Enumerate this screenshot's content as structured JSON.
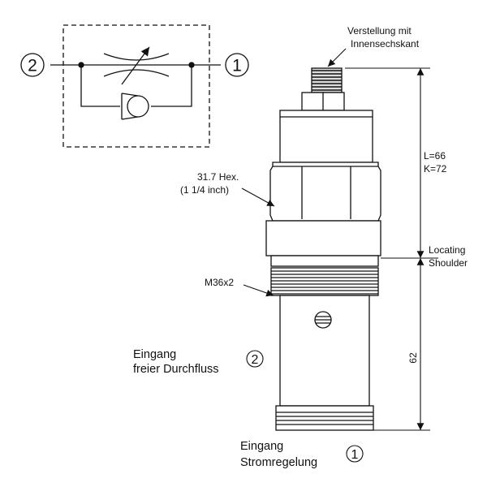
{
  "symbol": {
    "port_left": "2",
    "port_right": "1"
  },
  "labels": {
    "adjustment_line1": "Verstellung mit",
    "adjustment_line2": "Innensechskant",
    "hex_line1": "31.7 Hex.",
    "hex_line2": "(1 1/4 inch)",
    "thread": "M36x2",
    "length_line1": "L=66",
    "length_line2": "K=72",
    "locating_line1": "Locating",
    "locating_line2": "Shoulder",
    "dim_62": "62",
    "inlet_free_line1": "Eingang",
    "inlet_free_line2": "freier Durchfluss",
    "inlet_free_port": "2",
    "inlet_control_line1": "Eingang",
    "inlet_control_line2": "Stromregelung",
    "inlet_control_port": "1"
  }
}
